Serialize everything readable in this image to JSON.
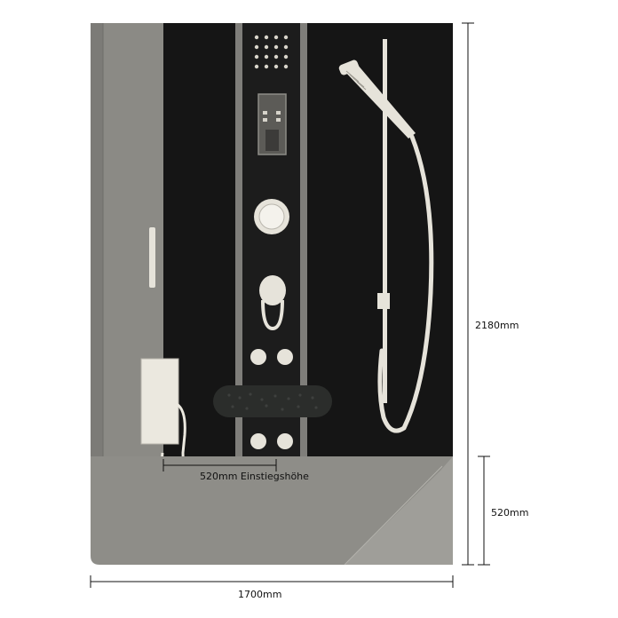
{
  "dimensions": {
    "height_total": "2180mm",
    "height_tray": "520mm",
    "width_total": "1700mm",
    "step_height": "520mm Einstiegshöhe"
  },
  "colors": {
    "frame_grey": "#8b8a85",
    "panel_black": "#151515",
    "column_grey": "#7f7e7a",
    "tray_grey": "#8e8d88",
    "fixture_cream": "#e6e3da",
    "dimension_line": "#111111"
  }
}
